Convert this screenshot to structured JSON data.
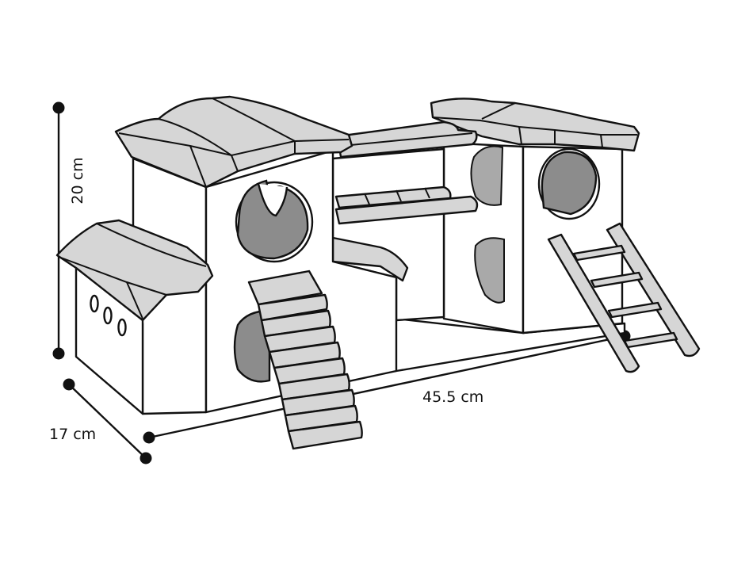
{
  "dimensions": {
    "height_label": "20 cm",
    "depth_label": "17 cm",
    "width_label": "45.5 cm"
  },
  "illustration": {
    "icon": "hamster-house-line-drawing-icon",
    "line_color": "#111111",
    "wood_fill": "#d6d6d6",
    "opening_fill": "#8c8c8c"
  }
}
